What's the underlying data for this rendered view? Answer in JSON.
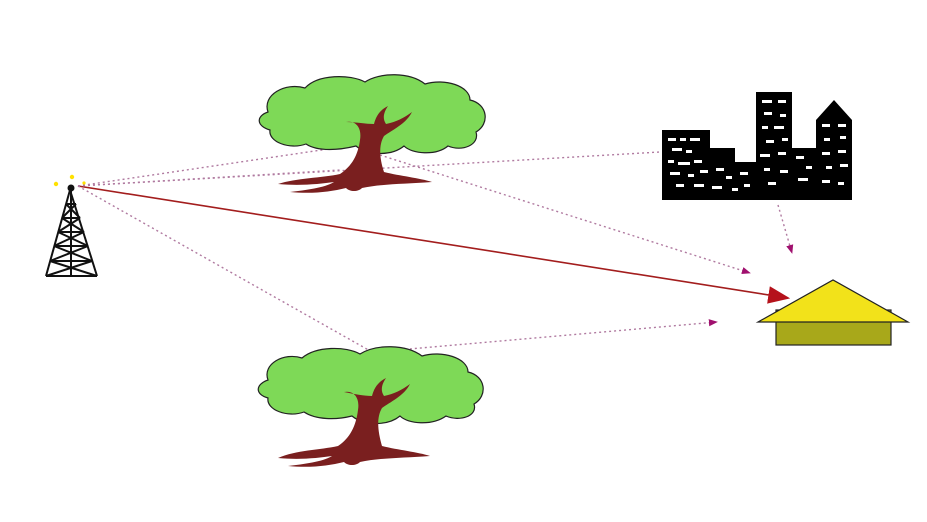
{
  "diagram": {
    "elements": [
      {
        "id": "tower",
        "icon": "radio-tower-icon",
        "role": "transmitter"
      },
      {
        "id": "tree_top",
        "icon": "tree-icon",
        "role": "obstacle"
      },
      {
        "id": "tree_bottom",
        "icon": "tree-icon",
        "role": "obstacle"
      },
      {
        "id": "buildings",
        "icon": "city-buildings-icon",
        "role": "obstacle"
      },
      {
        "id": "house",
        "icon": "house-icon",
        "role": "receiver"
      }
    ],
    "paths": [
      {
        "from": "tower",
        "to": "house",
        "style": "solid",
        "kind": "direct"
      },
      {
        "from": "tower",
        "to": "tree_top",
        "style": "dotted",
        "kind": "indirect"
      },
      {
        "from": "tree_top",
        "to": "house",
        "style": "dotted",
        "kind": "indirect"
      },
      {
        "from": "tower",
        "to": "buildings",
        "style": "dotted",
        "kind": "indirect"
      },
      {
        "from": "buildings",
        "to": "house",
        "style": "dotted",
        "kind": "indirect"
      },
      {
        "from": "tower",
        "to": "tree_bottom",
        "style": "dotted",
        "kind": "indirect"
      },
      {
        "from": "tree_bottom",
        "to": "house",
        "style": "dotted",
        "kind": "indirect"
      }
    ],
    "colors": {
      "background": "#ffffff",
      "foliage": "#7ed957",
      "trunk": "#7a1f1f",
      "buildings": "#000000",
      "windows": "#ffffff",
      "roof": "#f2e21a",
      "house_wall": "#a8a81a",
      "direct_path": "#a31d1d",
      "indirect_path": "#b07aa0",
      "arrowhead_indirect": "#a0106e",
      "arrowhead_direct": "#b5121b",
      "tower": "#111111",
      "tower_spark": "#ffe100"
    }
  }
}
